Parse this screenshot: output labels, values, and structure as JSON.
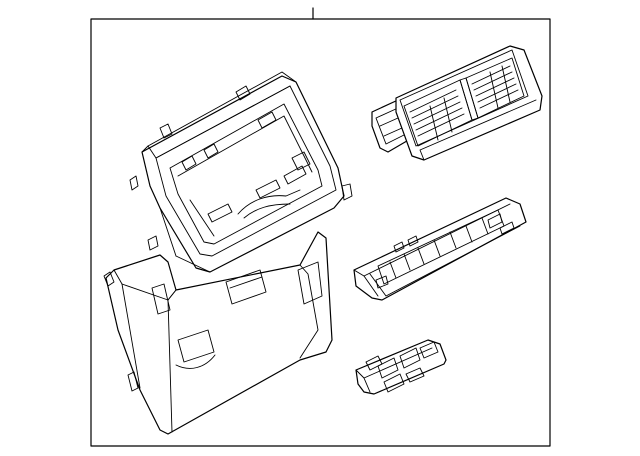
{
  "diagram": {
    "kind": "exploded-parts-diagram",
    "background": "#ffffff",
    "line_color": "#000000",
    "parts": [
      "rear-console-housing",
      "display-bezel-frame",
      "air-vent-outlet",
      "control-switch-panel",
      "small-switch-module"
    ]
  }
}
